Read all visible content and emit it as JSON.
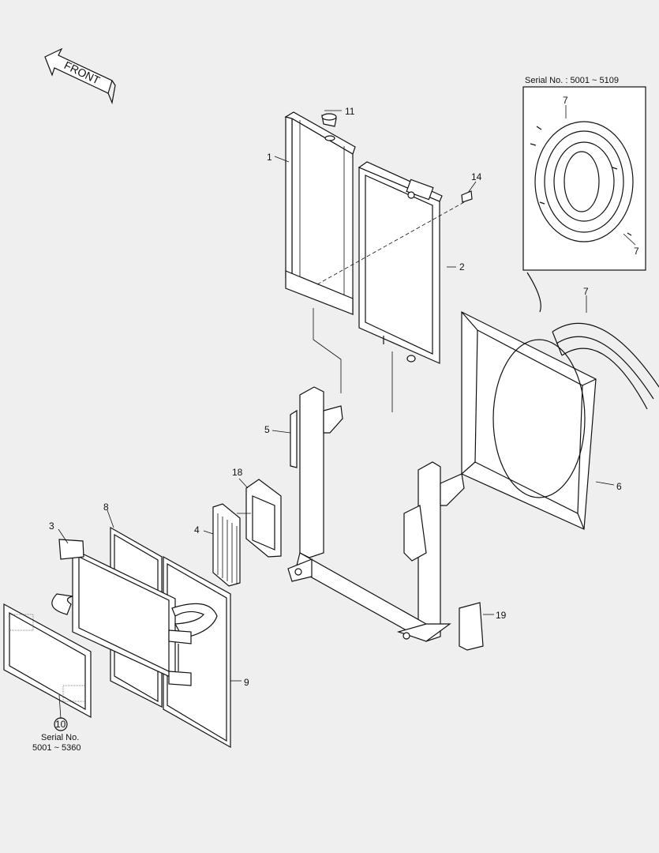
{
  "direction_arrow": {
    "label": "FRONT"
  },
  "inset": {
    "serial_label": "Serial No. : 5001 ~ 5109"
  },
  "callouts": {
    "p1": "1",
    "p2": "2",
    "p3": "3",
    "p4": "4",
    "p5": "5",
    "p6": "6",
    "p7_inset_top": "7",
    "p7_inset_bottom": "7",
    "p7_main": "7",
    "p8": "8",
    "p9": "9",
    "p10": "10",
    "p11": "11",
    "p14": "14",
    "p18": "18",
    "p19": "19"
  },
  "part10_note": {
    "line1": "Serial No.",
    "line2": "5001 ~ 5360"
  }
}
